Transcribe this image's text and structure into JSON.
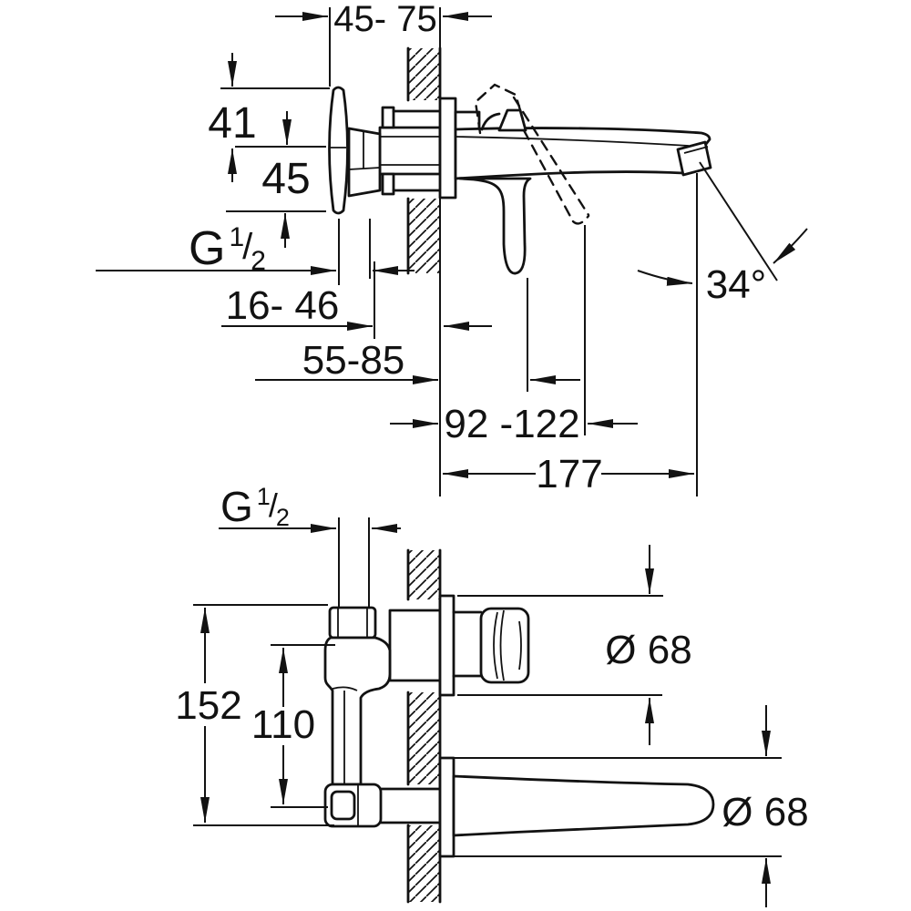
{
  "drawing": {
    "kind": "faucet installation dimension drawing",
    "views": "side view (top) and front view (bottom)",
    "line_color": "#121212",
    "background": "#ffffff"
  },
  "thread_label": {
    "g": "G",
    "numerator": "1",
    "slash": "/",
    "denominator": "2"
  },
  "side_view": {
    "depth_range": "45- 75",
    "dim_41": "41",
    "dim_45": "45",
    "dim_16_46": "16- 46",
    "dim_55_85": "55-85",
    "dim_92_122": "92 -122",
    "dim_177": "177",
    "spout_angle": "34°"
  },
  "front_view": {
    "dim_152": "152",
    "dim_110": "110",
    "dia_handle": "Ø 68",
    "dia_spout": "Ø 68"
  }
}
